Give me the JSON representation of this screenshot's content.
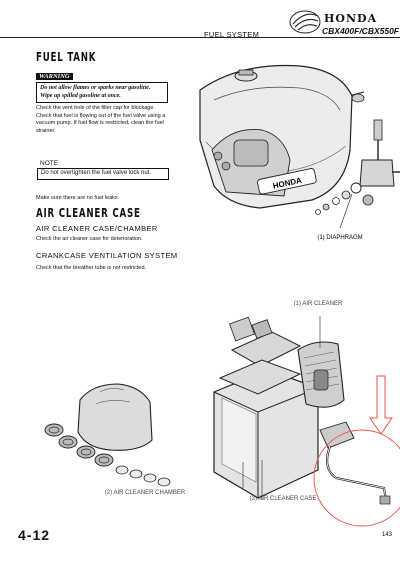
{
  "header": {
    "section": "FUEL SYSTEM",
    "brand": "HONDA",
    "model": "CBX400F/CBX550F"
  },
  "fuel_tank": {
    "title": "FUEL TANK",
    "warning_label": "WARNING",
    "warning_text": "Do not allow flames or sparks near gasoline. Wipe up spilled gasoline at once.",
    "paragraph": "Check the vent hole of the filler cap for blockage. Check that fuel is flowing out of the fuel valve using a vacuum pump. If fuel flow is restricted, clean the fuel strainer.",
    "note_label": "NOTE",
    "note_text": "Do not overtighten the fuel valve lock nut.",
    "after_note": "Make sure there are no fuel leaks.",
    "tank_decal": "HONDA",
    "diagram_label": "(1) DIAPHRAGM"
  },
  "air_cleaner": {
    "title": "AIR CLEANER CASE",
    "sub1": "AIR CLEANER CASE/CHAMBER",
    "sub1_text": "Check the air cleaner case for deterioration.",
    "sub2": "CRANKCASE VENTILATION SYSTEM",
    "sub2_text": "Check that the breather tube is not restricted.",
    "label_element": "(1) AIR CLEANER",
    "label_chamber": "(2) AIR CLEANER CHAMBER",
    "label_case": "(3) AIR CLEANER CASE"
  },
  "footer": {
    "page_code": "4-12",
    "page_number": "143"
  },
  "colors": {
    "annotation": "#e8534a"
  }
}
